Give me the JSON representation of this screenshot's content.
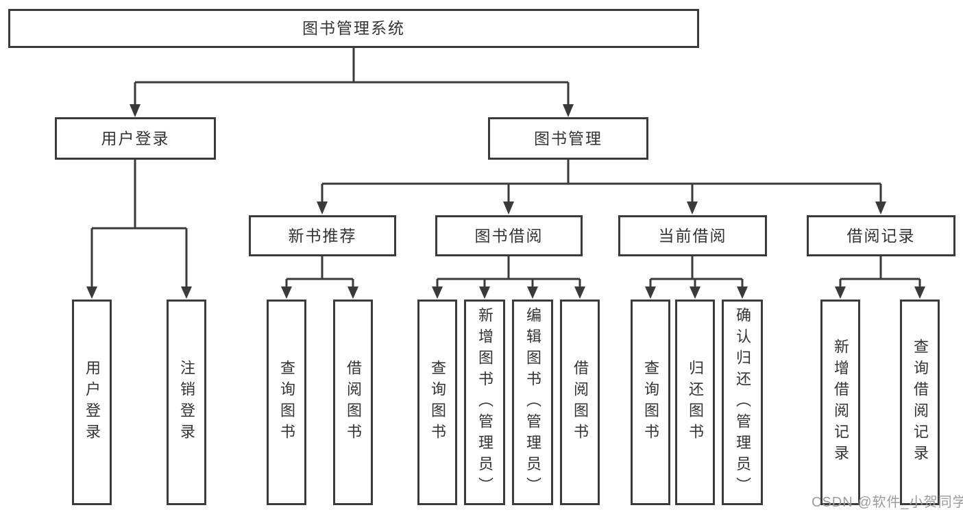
{
  "nodes": {
    "root": "图书管理系统",
    "l2": [
      "用户登录",
      "图书管理"
    ],
    "l3": [
      "新书推荐",
      "图书借阅",
      "当前借阅",
      "借阅记录"
    ],
    "leaves_user_login": [
      "用户登录",
      "注销登录"
    ],
    "leaves_new_book": [
      "查询图书",
      "借阅图书"
    ],
    "leaves_book_borrow": [
      "查询图书",
      "新增图书（管理员）",
      "编辑图书（管理员）",
      "借阅图书"
    ],
    "leaves_current_borrow": [
      "查询图书",
      "归还图书",
      "确认归还（管理员）"
    ],
    "leaves_records": [
      "新增借阅记录",
      "查询借阅记录"
    ]
  },
  "watermark": "CSDN @软件_小贺同学",
  "colors": {
    "line": "#3a3a3a",
    "text": "#333333",
    "watermark": "#9b9b9b",
    "background": "#ffffff"
  }
}
